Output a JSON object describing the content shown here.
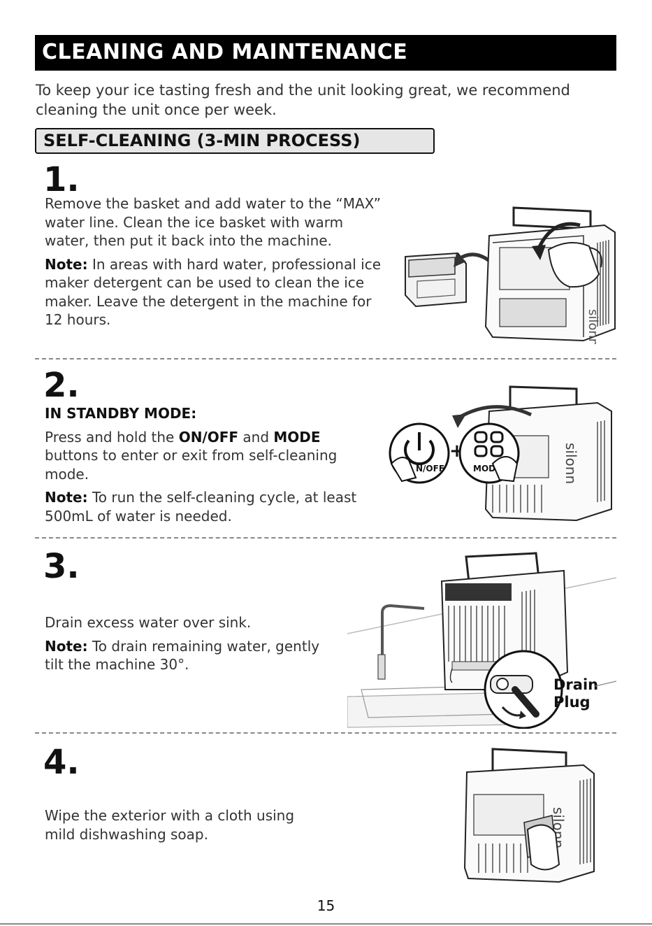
{
  "header": {
    "title": "CLEANING AND MAINTENANCE"
  },
  "intro": "To keep your ice tasting fresh and the unit looking great, we recommend cleaning the unit once per week.",
  "section": {
    "title": "SELF-CLEANING (3-MIN PROCESS)"
  },
  "steps": [
    {
      "number": "1.",
      "text": "Remove the basket and add water to the “MAX” water line. Clean the ice basket with warm water, then put it back into the machine.",
      "note_label": "Note:",
      "note": " In areas with hard water, professional ice maker detergent can be used to clean the ice maker. Leave the detergent in the machine for 12 hours."
    },
    {
      "number": "2.",
      "mode_heading": "IN STANDBY MODE:",
      "text_pre": "Press and hold the ",
      "btn1": "ON/OFF",
      "text_mid": " and ",
      "btn2": "MODE",
      "text_post": " buttons to enter or exit from self-cleaning mode.",
      "note_label": "Note:",
      "note": " To run the self-cleaning cycle, at least 500mL of water is needed.",
      "button_label_onoff": "N/OFF",
      "button_label_mode": "MOD",
      "plus_sign": "+"
    },
    {
      "number": "3.",
      "text": "Drain excess water over sink.",
      "note_label": "Note:",
      "note": " To drain remaining water, gently tilt the machine 30°.",
      "callout_line1": "Drain",
      "callout_line2": "Plug"
    },
    {
      "number": "4.",
      "text": "Wipe the exterior with a cloth using mild dishwashing soap."
    }
  ],
  "brand_mark": "silonn",
  "page_number": "15"
}
